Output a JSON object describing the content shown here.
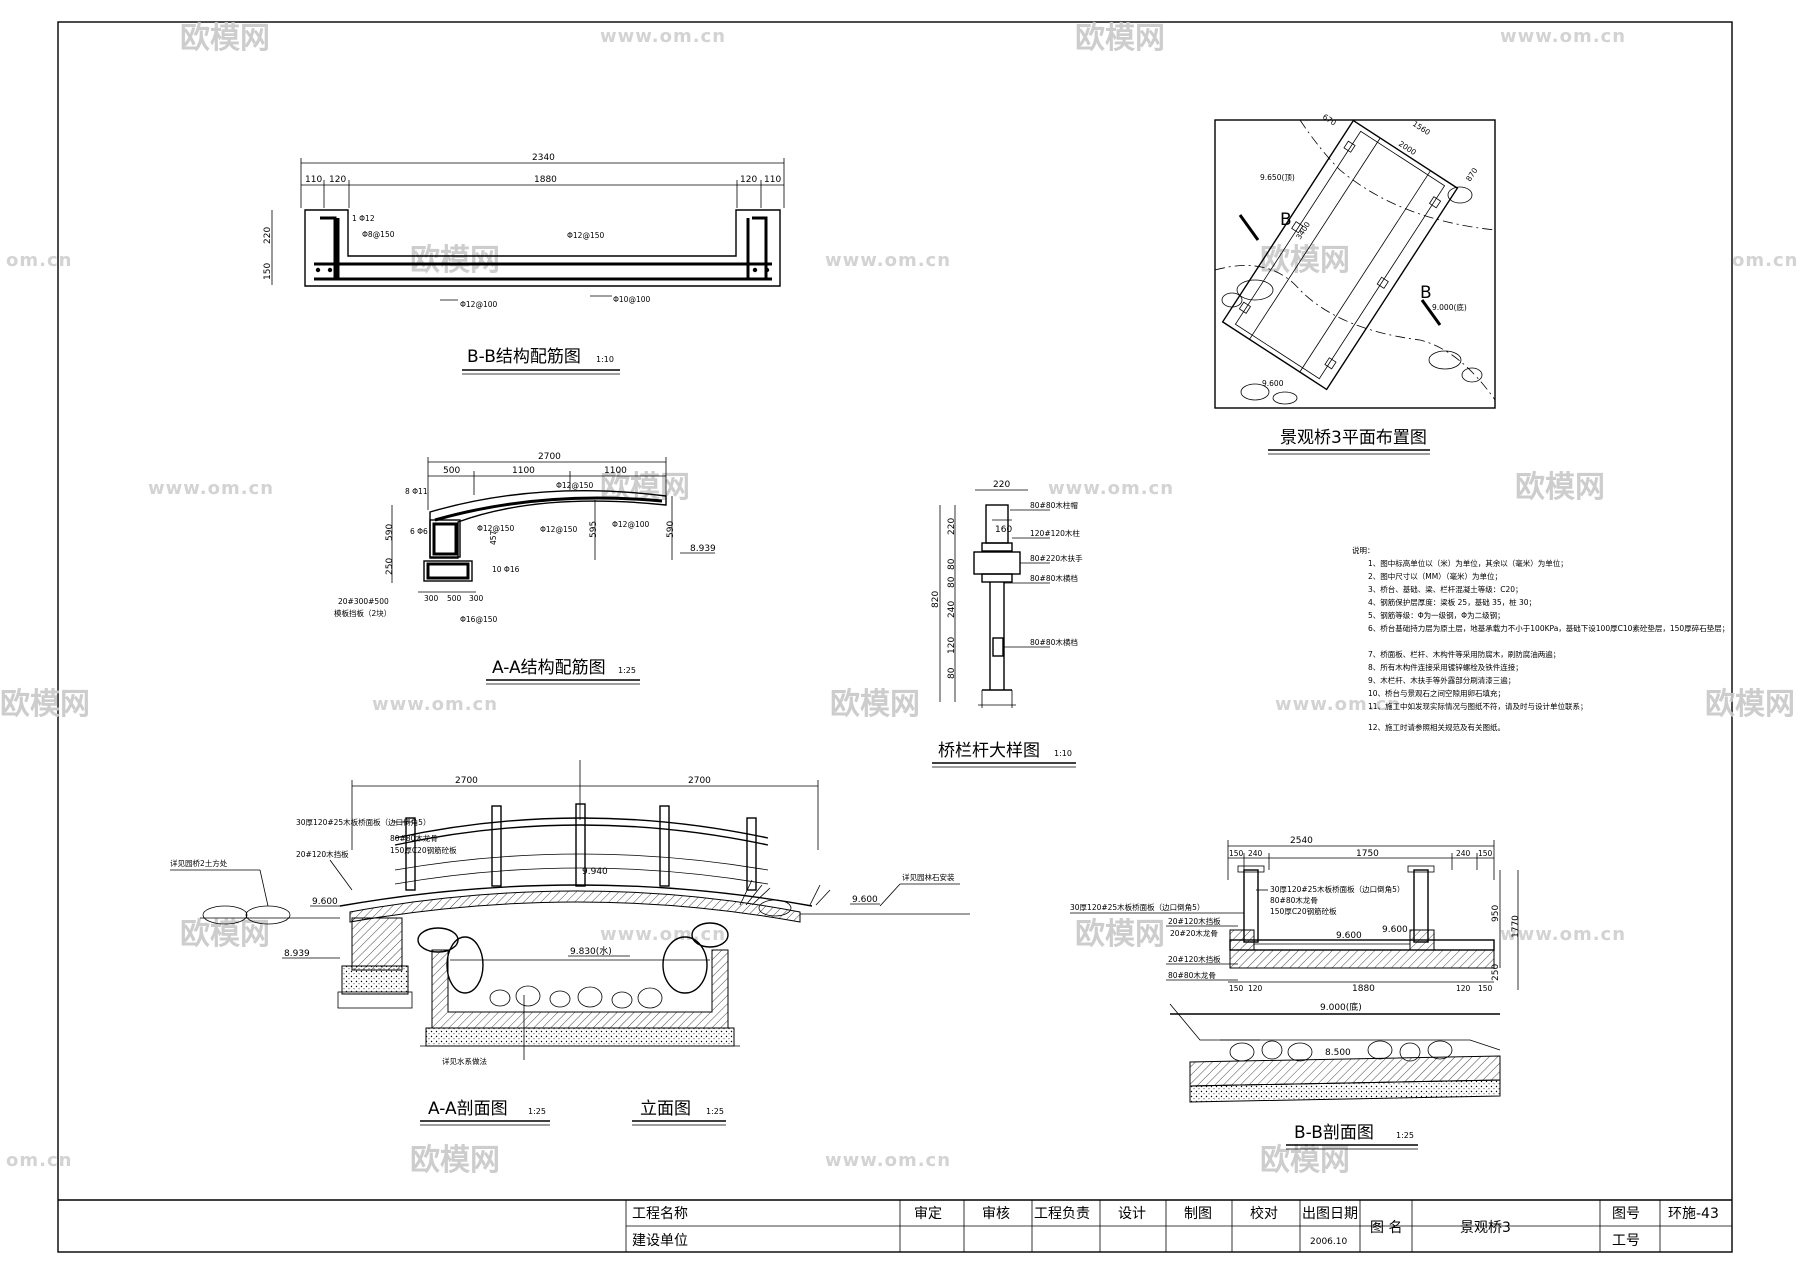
{
  "watermarks": {
    "brand": "欧模网",
    "url": "www.om.cn",
    "url_partial": "om.cn",
    "brand_partial": "欧模网"
  },
  "drawings": {
    "bb_rebar": {
      "title": "B-B结构配筋图",
      "scale": "1:10",
      "dims_top": [
        "2340",
        "110",
        "120",
        "1880",
        "120",
        "110"
      ],
      "dims_left": [
        "220",
        "150"
      ],
      "labels": [
        "1 Φ12",
        "Φ8@150",
        "Φ12@150",
        "Φ12@100",
        "Φ10@100"
      ]
    },
    "aa_rebar": {
      "title": "A-A结构配筋图",
      "scale": "1:25",
      "dims_top": [
        "2700",
        "500",
        "1100",
        "1100"
      ],
      "dims_left": [
        "590",
        "250"
      ],
      "dims_right": [
        "595",
        "590"
      ],
      "labels": [
        "8 Φ11",
        "6 Φ6",
        "Φ12@150",
        "Φ12@150",
        "Φ12@150",
        "Φ12@100",
        "457",
        "10 Φ16",
        "Φ16@150",
        "300",
        "500",
        "300",
        "20#300#500",
        "模板挡板（2块）"
      ],
      "level": "8.939"
    },
    "plan": {
      "title": "景观桥3平面布置图",
      "labels": [
        "670",
        "1560",
        "2000",
        "870",
        "9.650(顶)",
        "3400",
        "9.000(底)",
        "9.600"
      ],
      "section_marks": [
        "B",
        "B"
      ]
    },
    "railing": {
      "title": "桥栏杆大样图",
      "scale": "1:10",
      "dims_top": [
        "220",
        "160"
      ],
      "dims_left": [
        "220",
        "80",
        "80",
        "820",
        "240",
        "120",
        "80"
      ],
      "labels": [
        "80#80木柱帽",
        "120#120木柱",
        "80#220木扶手",
        "80#80木横档",
        "80#80木横档"
      ]
    },
    "notes": {
      "heading": "说明：",
      "items": [
        "1、图中标高单位以（米）为单位，其余以（毫米）为单位；",
        "2、图中尺寸以（MM）（毫米）为单位；",
        "3、桥台、基础、梁、栏杆混凝土等级：C20；",
        "4、钢筋保护层厚度：梁板 25，基础 35，桩 30；",
        "5、钢筋等级：Φ为一级钢，Φ为二级钢；",
        "6、桥台基础持力层为原土层，地基承载力不小于100KPa，基础下设100厚C10素砼垫层，150厚碎石垫层；",
        "7、桥面板、栏杆、木构件等采用防腐木，刷防腐油两遍；",
        "8、所有木构件连接采用镀锌螺栓及铁件连接；",
        "9、木栏杆、木扶手等外露部分刷清漆三遍；",
        "10、桥台与景观石之间空隙用卵石填充；",
        "11、施工中如发现实际情况与图纸不符，请及时与设计单位联系；",
        "12、施工时请参照相关规范及有关图纸。"
      ]
    },
    "aa_section": {
      "title": "A-A剖面图",
      "scale": "1:25",
      "dims_top": [
        "2700",
        "2700"
      ],
      "labels": [
        "30厚120#25木板桥面板（边口倒角5）",
        "80#80木龙骨",
        "150厚C20钢筋砼板",
        "20#120木挡板",
        "详见园桥2土方处",
        "详见园林石安装",
        "详见水系做法"
      ],
      "levels": [
        "9.600",
        "8.939",
        "9.940",
        "9.830(水)",
        "9.600"
      ]
    },
    "elevation": {
      "title": "立面图",
      "scale": "1:25"
    },
    "bb_section": {
      "title": "B-B剖面图",
      "scale": "1:25",
      "dims_top": [
        "2540",
        "150",
        "240",
        "1750",
        "240",
        "150"
      ],
      "dims_bottom": [
        "150",
        "120",
        "1880",
        "120",
        "150"
      ],
      "dims_right": [
        "950",
        "1770",
        "250"
      ],
      "labels": [
        "30厚120#25木板桥面板（边口倒角5）",
        "80#80木龙骨",
        "150厚C20钢筋砼板",
        "20#120木挡板",
        "20#20木龙骨"
      ],
      "levels": [
        "9.600",
        "9.600",
        "9.000(底)",
        "8.500"
      ]
    }
  },
  "title_block": {
    "project_name_label": "工程名称",
    "client_label": "建设单位",
    "roles": [
      "审定",
      "审核",
      "工程负责",
      "设计",
      "制图",
      "校对"
    ],
    "issue_date_label": "出图日期",
    "issue_date": "2006.10",
    "drawing_name_label": "图 名",
    "drawing_name": "景观桥3",
    "drawing_no_label": "图号",
    "drawing_no": "环施-43",
    "job_no_label": "工号"
  }
}
